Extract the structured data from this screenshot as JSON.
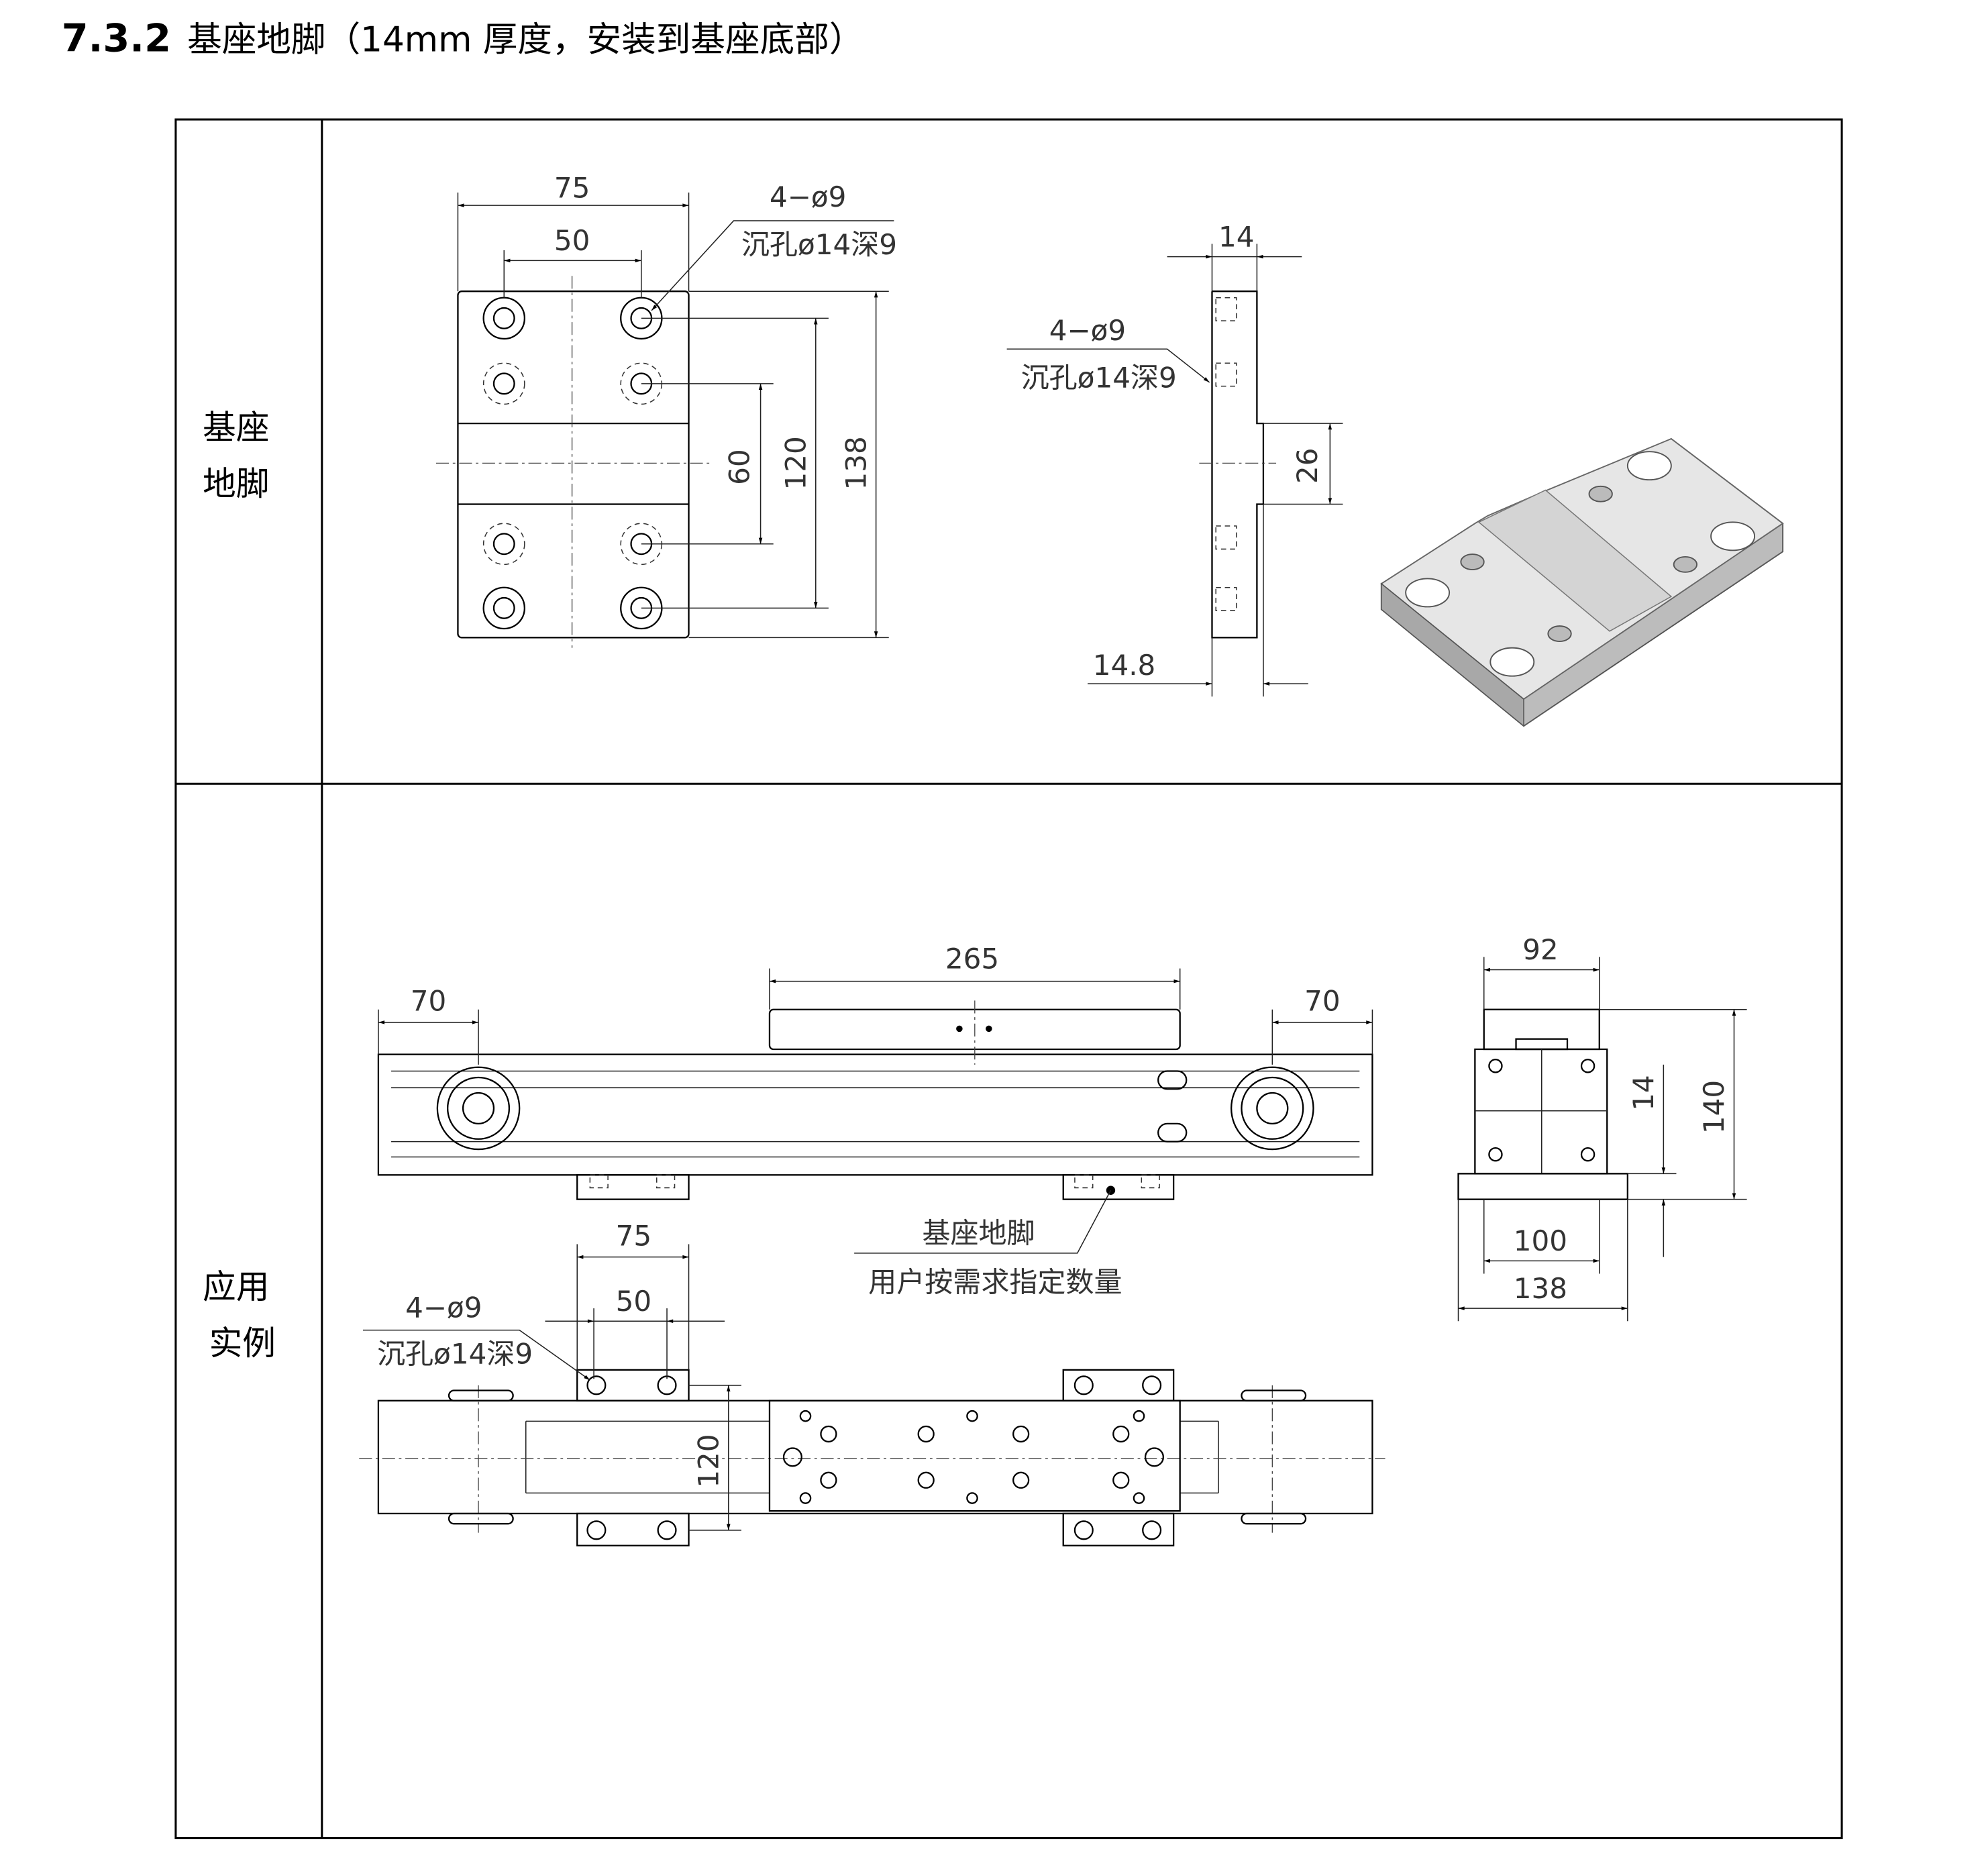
{
  "heading": {
    "number": "7.3.2",
    "title": "基座地脚（14mm 厚度，安装到基座底部）"
  },
  "rows": [
    {
      "label_line1": "基座",
      "label_line2": "地脚"
    },
    {
      "label_line1": "应用",
      "label_line2": "实例"
    }
  ],
  "foot_drawing": {
    "width_75": "75",
    "hole_span_50": "50",
    "dim_60": "60",
    "dim_120": "120",
    "dim_138": "138",
    "hole_spec": "4−ø9",
    "counterbore_spec": "沉孔ø14深9",
    "side_thickness": "14",
    "side_step": "26",
    "side_depth": "14.8",
    "side_hole_spec": "4−ø9",
    "side_counterbore_spec": "沉孔ø14深9"
  },
  "application": {
    "carriage_length": "265",
    "left_end": "70",
    "right_end": "70",
    "callout_line1": "基座地脚",
    "callout_line2": "用户按需求指定数量",
    "top_width_75": "75",
    "top_span_50": "50",
    "top_dim_120": "120",
    "top_hole_spec": "4−ø9",
    "top_counterbore_spec": "沉孔ø14深9",
    "end_width_92": "92",
    "end_thickness_14": "14",
    "end_height_140": "140",
    "end_span_100": "100",
    "end_width_138": "138"
  }
}
